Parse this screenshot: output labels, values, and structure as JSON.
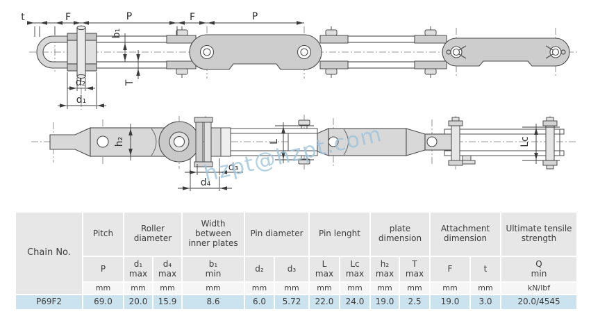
{
  "diagram": {
    "watermark": "hzpt@hzpt.com",
    "labels": {
      "t": "t",
      "F_left": "F",
      "P_left": "P",
      "F_right": "F",
      "P_right": "P",
      "b1": "b₁",
      "T": "T",
      "d2": "d₂",
      "d1": "d₁",
      "h2": "h₂",
      "L": "L",
      "Lc": "Lc",
      "d3": "d₃",
      "d4": "d₄"
    },
    "colors": {
      "line": "#4b4b4b",
      "dim": "#3a3a3a",
      "plate_fill": "#cdcdcd",
      "part_fill": "#d8d8d8",
      "watermark_blue": "#9ec5dc",
      "table_gray": "#e7e7e7",
      "table_blue": "#cbe3ef"
    }
  },
  "table": {
    "corner": "Chain No.",
    "groups": [
      {
        "label": "Pitch"
      },
      {
        "label": "Roller diameter"
      },
      {
        "label": "Width between inner plates"
      },
      {
        "label": "Pin diameter"
      },
      {
        "label": "Pin lenght"
      },
      {
        "label": "plate dimension"
      },
      {
        "label": "Attachment dimension"
      },
      {
        "label": "Ultimate tensile strength"
      }
    ],
    "symbols": [
      "P",
      "d₁\nmax",
      "d₄\nmax",
      "b₁\nmin",
      "d₂",
      "d₃",
      "L\nmax",
      "Lc\nmax",
      "h₂\nmax",
      "T\nmax",
      "F",
      "t",
      "Q\nmin"
    ],
    "units": [
      "mm",
      "mm",
      "mm",
      "mm",
      "mm",
      "mm",
      "mm",
      "mm",
      "mm",
      "mm",
      "mm",
      "mm",
      "kN/lbf"
    ],
    "row": {
      "chain_no": "P69F2",
      "values": [
        "69.0",
        "20.0",
        "15.9",
        "8.6",
        "6.0",
        "5.72",
        "22.0",
        "24.0",
        "19.0",
        "2.5",
        "19.0",
        "3.0",
        "20.0/4545"
      ]
    }
  }
}
